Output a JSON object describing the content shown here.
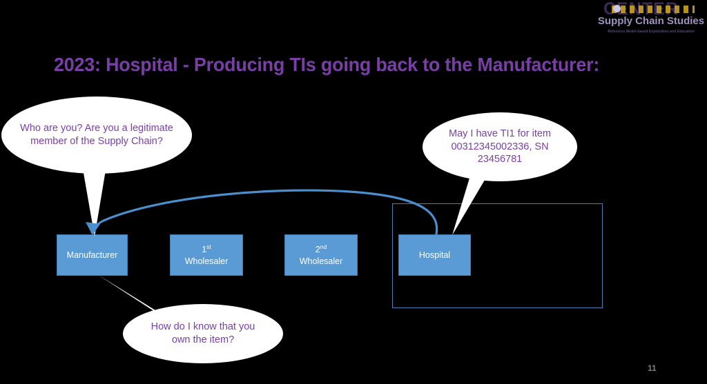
{
  "slide": {
    "page_number": "11",
    "background_color": "#000000",
    "title": "2023: Hospital - Producing TIs going back to the Manufacturer:",
    "title_color": "#7A3FA6"
  },
  "logo": {
    "wordmark": "CENTER",
    "subtitle": "Supply Chain Studies",
    "tagline": "Reference Model-based Exploration and Education",
    "wordmark_color": "#3B2A56",
    "subtitle_color": "#9E93BE",
    "chain_color": "#C9A227"
  },
  "flow": {
    "node_fill": "#5B9BD5",
    "node_border": "#3E7CB1",
    "node_text_color": "#FFFFFF",
    "nodes": [
      {
        "id": "manufacturer",
        "label": "Manufacturer"
      },
      {
        "id": "wholesaler-1",
        "label_main": "1",
        "label_sup": "st",
        "label_line2": "Wholesaler"
      },
      {
        "id": "wholesaler-2",
        "label_main": "2",
        "label_sup": "nd",
        "label_line2": "Wholesaler"
      },
      {
        "id": "hospital",
        "label": "Hospital"
      }
    ],
    "container_border_color": "#4A80B5",
    "arrow_color": "#4A90CE"
  },
  "callouts": [
    {
      "id": "who-are-you",
      "text": "Who are you?\nAre you a legitimate member of the Supply Chain?",
      "points_to": "manufacturer"
    },
    {
      "id": "request-ti1",
      "text": "May I have TI1 for item 00312345002336, SN 23456781",
      "points_to": "hospital"
    },
    {
      "id": "how-do-i-know",
      "text": "How do I know that you own the item?",
      "points_to": "manufacturer"
    }
  ],
  "callout_text_color": "#7A3FA6"
}
